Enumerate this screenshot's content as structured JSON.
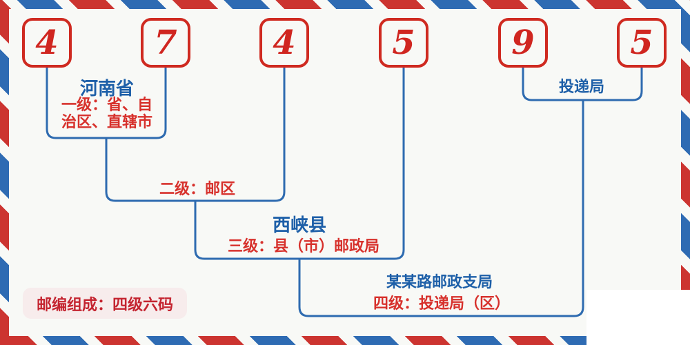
{
  "diagram_title": "postal-code-structure",
  "postal_code": {
    "digits": [
      "4",
      "7",
      "4",
      "5",
      "9",
      "5"
    ]
  },
  "levels": {
    "level1": {
      "place": "河南省",
      "desc_line1": "一级：省、自",
      "desc_line2": "治区、直辖市",
      "desc_full": "一级：省、自治区、直辖市"
    },
    "level2": {
      "desc": "二级：邮区"
    },
    "level3": {
      "place": "西峡县",
      "desc": "三级：县（市）邮政局"
    },
    "level4": {
      "place": "某某路邮政支局",
      "desc": "四级：投递局（区）"
    },
    "delivery": {
      "label": "投递局"
    }
  },
  "footer": {
    "note": "邮编组成：四级六码"
  },
  "colors": {
    "stripe_red": "#cc3430",
    "stripe_blue": "#2e6bb3",
    "digit_red": "#d02620",
    "box_border_red": "#cf2a20",
    "text_blue": "#1d5fa8",
    "text_red": "#d7312c",
    "line_blue": "#2e6bb0",
    "background": "#f8f9f6",
    "note_bg": "#f7ecec"
  }
}
